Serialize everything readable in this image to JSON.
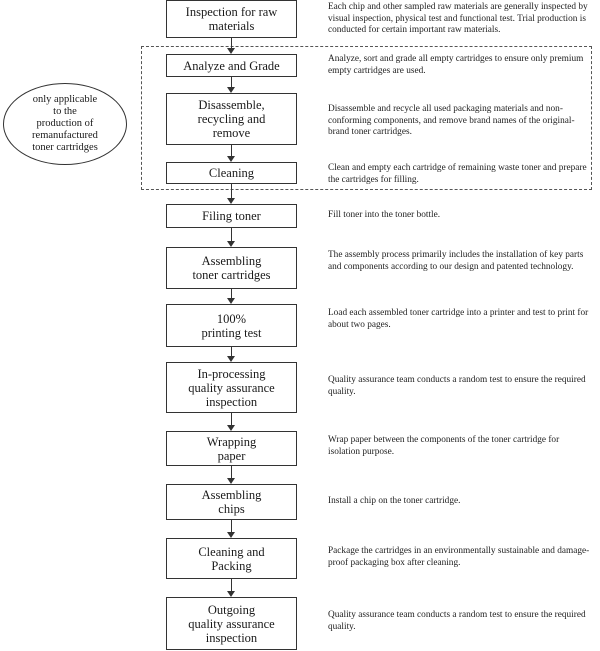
{
  "note": "only applicable\nto the\nproduction of\nremanufactured\ntoner cartridges",
  "steps": [
    {
      "label": "Inspection for raw\nmaterials",
      "description": "Each chip and other sampled raw materials are generally inspected by visual inspection, physical test and functional test. Trial production is conducted for certain important raw materials."
    },
    {
      "label": "Analyze and Grade",
      "description": "Analyze, sort and grade all empty cartridges to ensure only premium empty cartridges are used."
    },
    {
      "label": "Disassemble,\nrecycling and\nremove",
      "description": "Disassemble and recycle all used packaging materials and non-conforming components, and remove brand names of the original-brand toner cartridges."
    },
    {
      "label": "Cleaning",
      "description": "Clean and empty each cartridge of remaining waste toner and prepare the cartridges for filling."
    },
    {
      "label": "Filing toner",
      "description": "Fill toner into the toner bottle."
    },
    {
      "label": "Assembling\ntoner cartridges",
      "description": "The assembly process primarily includes the installation of key parts and components according to our design and patented technology."
    },
    {
      "label": "100%\nprinting test",
      "description": "Load each assembled toner cartridge into a printer and test to print for about two pages."
    },
    {
      "label": "In-processing\nquality assurance\ninspection",
      "description": "Quality assurance team conducts a random test to ensure the required quality."
    },
    {
      "label": "Wrapping\npaper",
      "description": "Wrap paper between the components of the toner cartridge for isolation purpose."
    },
    {
      "label": "Assembling\nchips",
      "description": "Install a chip on the toner cartridge."
    },
    {
      "label": "Cleaning and\nPacking",
      "description": "Package the cartridges in an environmentally sustainable and damage-proof packaging box after cleaning."
    },
    {
      "label": "Outgoing\nquality assurance\ninspection",
      "description": "Quality assurance team conducts a random test to ensure the required quality."
    }
  ]
}
